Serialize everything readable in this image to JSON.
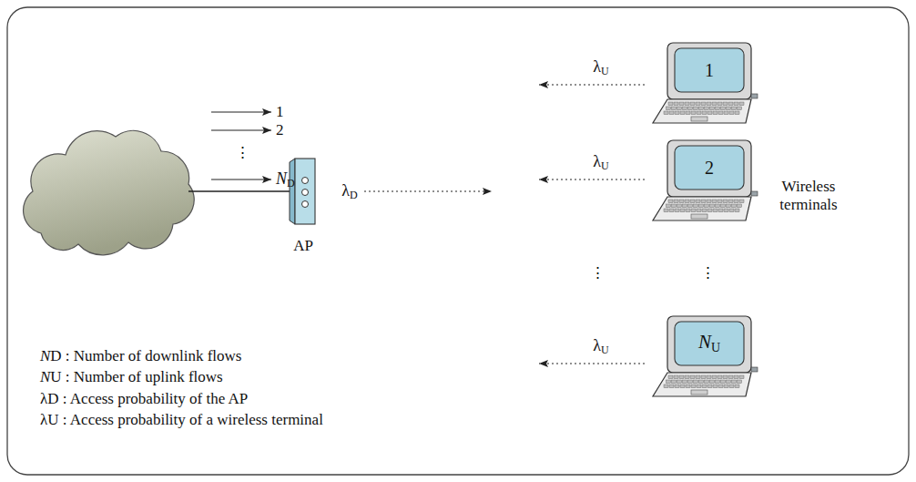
{
  "diagram": {
    "nodes": [
      {
        "text": [
          "AP"
        ]
      },
      {
        "text": [
          "1"
        ]
      },
      {
        "text": [
          "2"
        ]
      },
      {
        "text": [
          "NU"
        ]
      }
    ],
    "labels": [
      "1",
      "2",
      "⋮",
      "ND",
      "λD",
      "λU",
      "λU",
      "λU",
      "⋮",
      "⋮",
      "Wireless terminals",
      "ND : Number of downlink flows",
      "NU : Number of uplink flows",
      "λD : Access probability of the AP",
      "λU : Access probability of a wireless terminal"
    ]
  }
}
